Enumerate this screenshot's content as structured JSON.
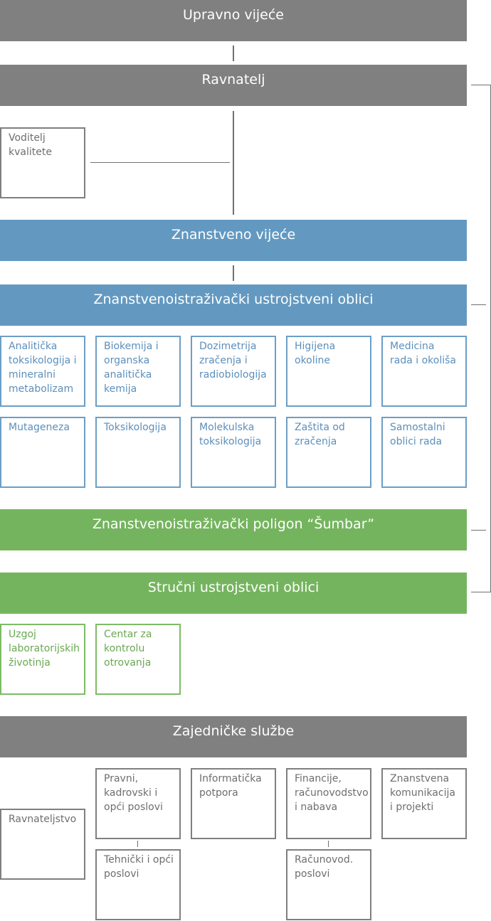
{
  "bars": {
    "upravno": "Upravno vijeće",
    "ravnatelj": "Ravnatelj",
    "znanstveno": "Znanstveno vijeće",
    "zno_ustroj": "Znanstvenoistraživački ustrojstveni oblici",
    "poligon": "Znanstvenoistraživački poligon “Šumbar”",
    "strucni": "Stručni ustrojstveni oblici",
    "zajednicke": "Zajedničke službe"
  },
  "voditelj": "Voditelj kvalitete",
  "research_units": [
    "Analitička toksikologija i mineralni metabolizam",
    "Biokemija i organska analitička kemija",
    "Dozimetrija zračenja i radiobiologija",
    "Higijena okoline",
    "Medicina rada i okoliša",
    "Mutageneza",
    "Toksikologija",
    "Molekulska toksikologija",
    "Zaštita od zračenja",
    "Samostalni oblici rada"
  ],
  "professional_units": [
    "Uzgoj laboratorijskih životinja",
    "Centar za kontrolu otrovanja"
  ],
  "services": {
    "ravnateljstvo": "Ravnateljstvo",
    "pravni": "Pravni, kadrovski i opći poslovi",
    "tehnicki": "Tehnički i opći poslovi",
    "informaticka": "Informatička potpora",
    "financije": "Financije, računovodstvo i nabava",
    "racunovod": "Računovod. poslovi",
    "znanstvena": "Znanstvena komunikacija i projekti"
  },
  "colors": {
    "gray": "#808080",
    "blue": "#6399c1",
    "green": "#75b45f"
  }
}
